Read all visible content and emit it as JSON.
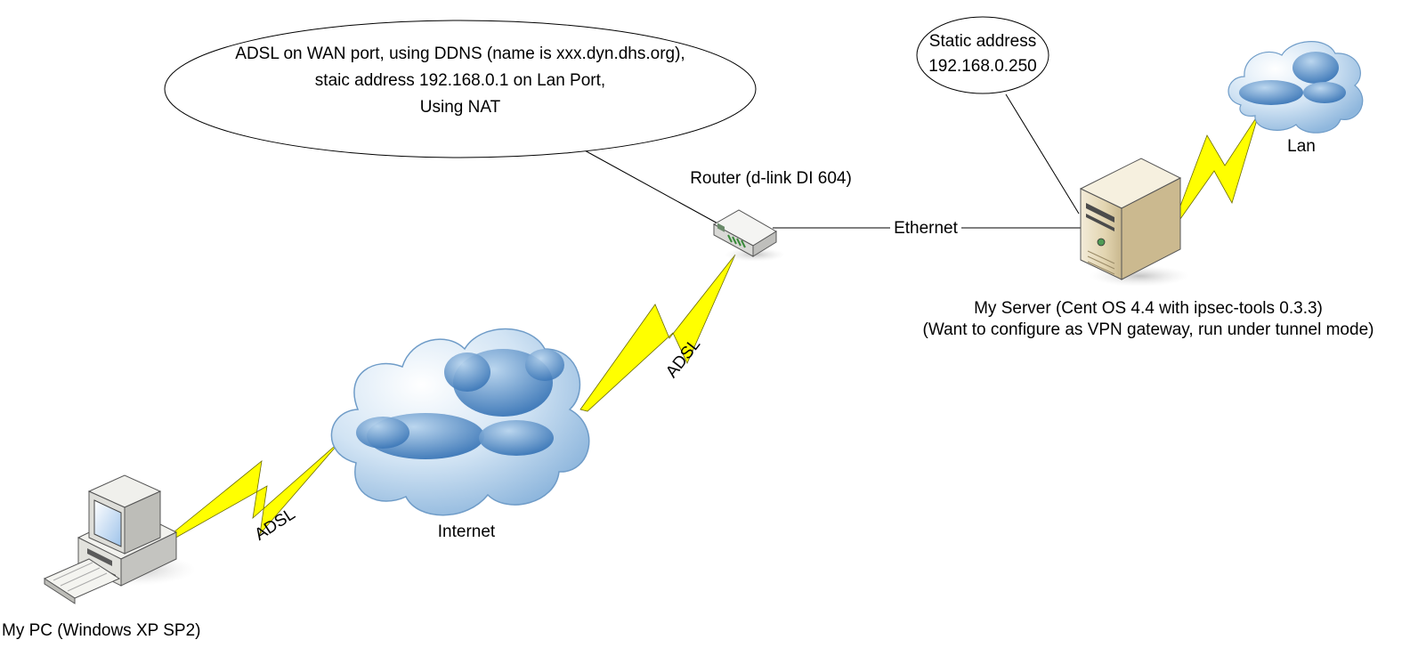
{
  "callouts": {
    "router_info": {
      "lines": [
        "ADSL on WAN port, using DDNS (name is xxx.dyn.dhs.org),",
        "staic address 192.168.0.1 on Lan Port,",
        "Using NAT"
      ]
    },
    "server_info": {
      "lines": [
        "Static address",
        "192.168.0.250"
      ]
    }
  },
  "nodes": {
    "router": {
      "label": "Router (d-link DI 604)",
      "icon": "router-icon"
    },
    "server": {
      "lines": [
        "My Server (Cent OS 4.4 with ipsec-tools 0.3.3)",
        "(Want to configure as VPN gateway, run under tunnel mode)"
      ],
      "icon": "server-tower-icon"
    },
    "internet": {
      "label": "Internet",
      "icon": "cloud-icon"
    },
    "lan": {
      "label": "Lan",
      "icon": "cloud-icon"
    },
    "pc": {
      "label": "My PC (Windows XP SP2)",
      "icon": "desktop-pc-icon"
    }
  },
  "links": {
    "ethernet": {
      "label": "Ethernet"
    },
    "adsl_router_internet": {
      "label": "ADSL"
    },
    "adsl_internet_pc": {
      "label": "ADSL"
    }
  },
  "colors": {
    "lightning": "#ffff00",
    "cloud_light": "#e6f1fa",
    "cloud_dark": "#4f8ac4",
    "device_body": "#f0efe9",
    "server_beige": "#e4d8b8"
  }
}
